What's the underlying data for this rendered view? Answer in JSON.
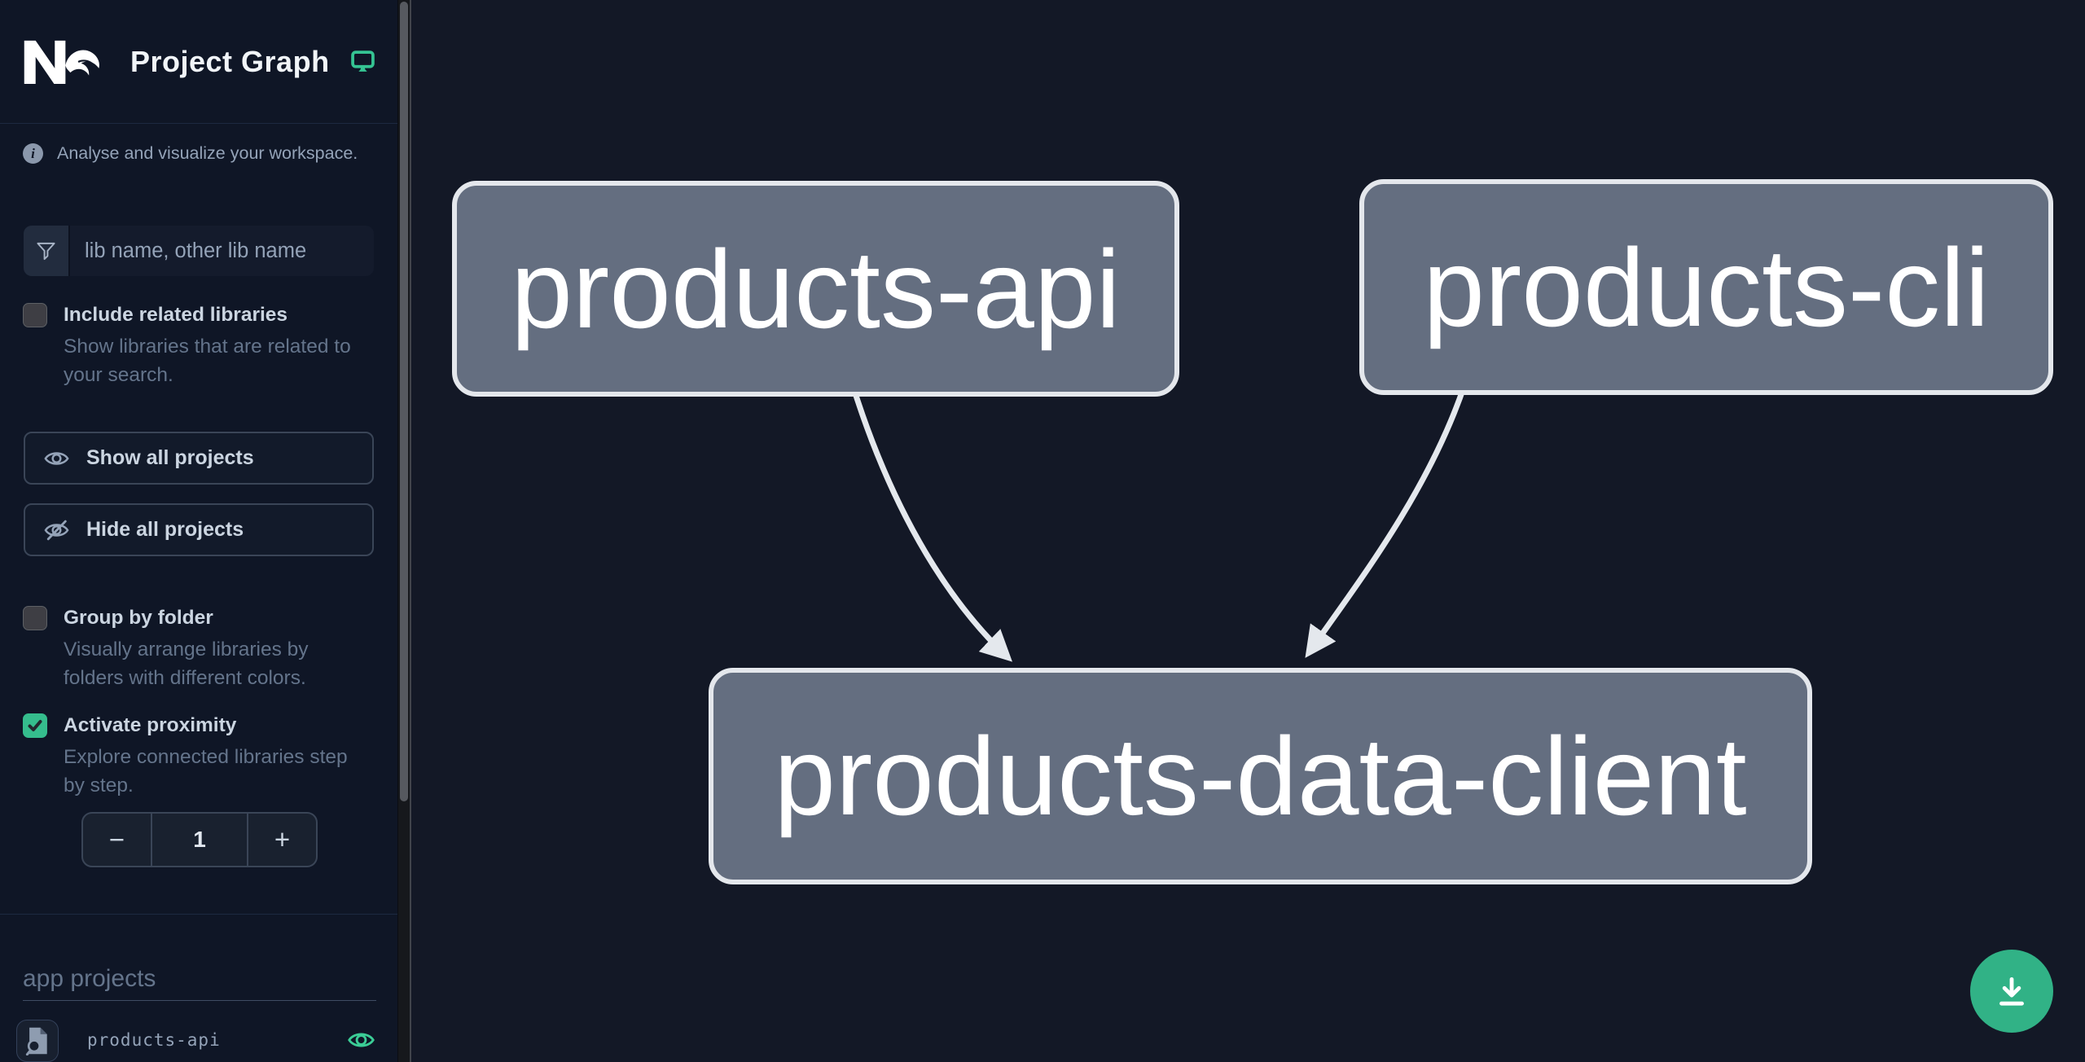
{
  "header": {
    "app_name": "Nx",
    "title": "Project Graph"
  },
  "sidebar": {
    "info_text": "Analyse and visualize your workspace.",
    "filter": {
      "placeholder": "lib name, other lib name"
    },
    "settings": [
      {
        "label": "Include related libraries",
        "checked": false,
        "description_lines": [
          "Show libraries that are related to",
          "your search."
        ]
      },
      {
        "label": "Group by folder",
        "checked": false,
        "description_lines": [
          "Visually arrange libraries by",
          "folders with different colors."
        ]
      },
      {
        "label": "Activate proximity",
        "checked": true,
        "description_lines": [
          "Explore connected libraries step",
          "by step."
        ]
      }
    ],
    "actions": [
      {
        "label": "Show all projects"
      },
      {
        "label": "Hide all projects"
      }
    ],
    "proximity_stepper": {
      "decrement_label": "−",
      "value": "1",
      "increment_label": "+"
    },
    "sections": [
      {
        "heading": "app projects",
        "projects": [
          {
            "name": "products-api",
            "visible": true
          }
        ]
      }
    ]
  },
  "graph": {
    "nodes": [
      {
        "id": "products-api",
        "label": "products-api"
      },
      {
        "id": "products-cli",
        "label": "products-cli"
      },
      {
        "id": "products-data-client",
        "label": "products-data-client"
      }
    ],
    "edges": [
      {
        "source": "products-api",
        "target": "products-data-client"
      },
      {
        "source": "products-cli",
        "target": "products-data-client"
      }
    ]
  },
  "colors": {
    "accent_green": "#35bd8d",
    "fab_green": "#31b286",
    "node_fill": "#646e80",
    "node_border": "#e4e7ec",
    "edge": "#e4e8ed",
    "sidebar_bg": "#0f1626",
    "canvas_bg": "#131826",
    "text_light": "#cbd5e1",
    "text_muted": "#64748b"
  }
}
